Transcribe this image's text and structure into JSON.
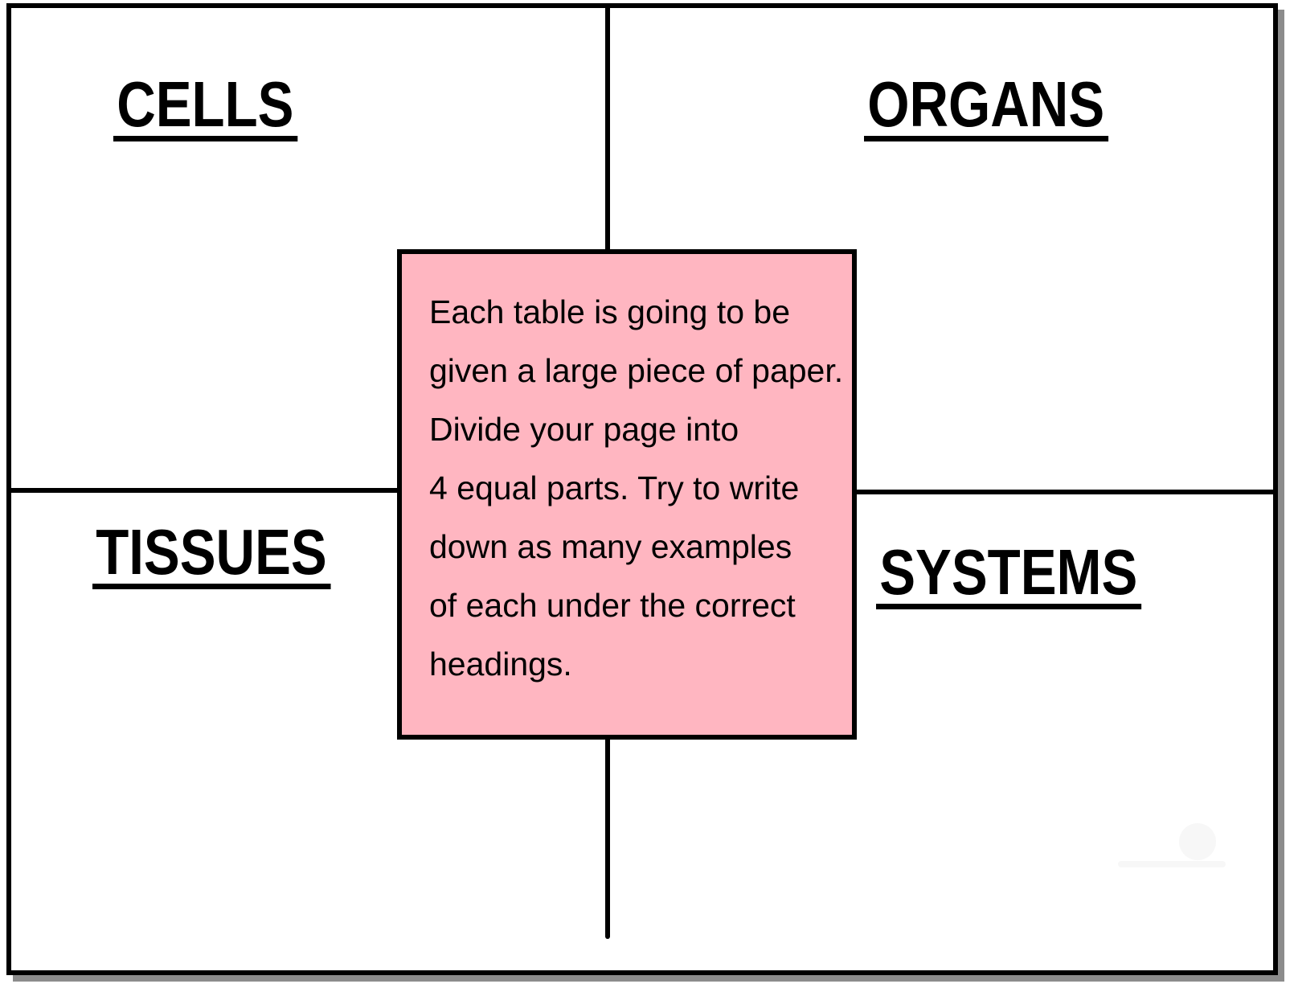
{
  "diagram": {
    "title": "Cells, Tissues, Organs, Systems quadrant worksheet",
    "colors": {
      "background": "#ffffff",
      "line": "#000000",
      "shadow": "#8c8c8c",
      "instruction_box_fill": "#ffb6c1"
    },
    "quadrants": [
      {
        "position": "top-left",
        "label": "CELLS"
      },
      {
        "position": "top-right",
        "label": "ORGANS"
      },
      {
        "position": "bottom-left",
        "label": "TISSUES"
      },
      {
        "position": "bottom-right",
        "label": "SYSTEMS"
      }
    ],
    "instructions": {
      "text": "Each table is going to be given a large piece of paper. Divide your page into 4 equal parts. Try to write down as many examples of each under the correct headings.",
      "lines": [
        "Each table is going to be",
        "given a large piece of paper.",
        "Divide your page into",
        "4 equal parts. Try to write",
        "down as many examples",
        "of each under the correct",
        "headings."
      ]
    }
  }
}
